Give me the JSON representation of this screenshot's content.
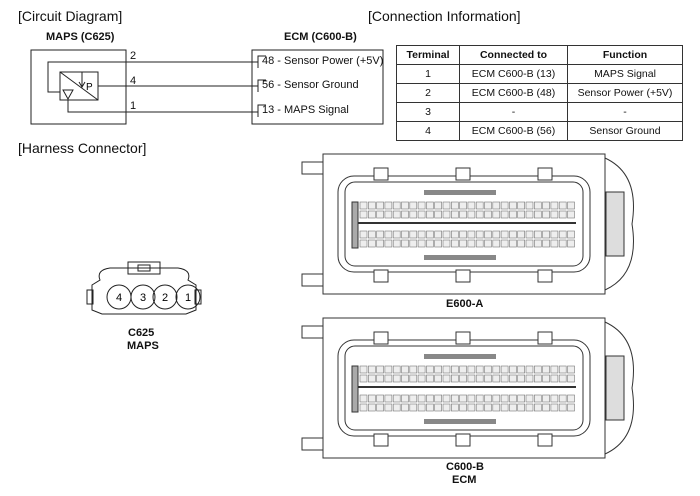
{
  "sections": {
    "circuit": "[Circuit Diagram]",
    "connection": "[Connection Information]",
    "harness": "[Harness Connector]"
  },
  "circuit": {
    "maps_title": "MAPS (C625)",
    "ecm_title": "ECM (C600-B)",
    "sensor_symbol": "P",
    "terminals": [
      "2",
      "4",
      "1"
    ],
    "ecm_pins": [
      "48 - Sensor Power (+5V)",
      "56 - Sensor Ground",
      "13 - MAPS Signal"
    ]
  },
  "table": {
    "headers": [
      "Terminal",
      "Connected to",
      "Function"
    ],
    "rows": [
      [
        "1",
        "ECM C600-B (13)",
        "MAPS Signal"
      ],
      [
        "2",
        "ECM C600-B (48)",
        "Sensor Power (+5V)"
      ],
      [
        "3",
        "-",
        "-"
      ],
      [
        "4",
        "ECM C600-B (56)",
        "Sensor Ground"
      ]
    ]
  },
  "harness": {
    "c625": {
      "pins": [
        "4",
        "3",
        "2",
        "1"
      ],
      "name": "C625",
      "sub": "MAPS"
    },
    "e600a": {
      "name": "E600-A"
    },
    "c600b": {
      "name": "C600-B",
      "sub": "ECM"
    }
  }
}
